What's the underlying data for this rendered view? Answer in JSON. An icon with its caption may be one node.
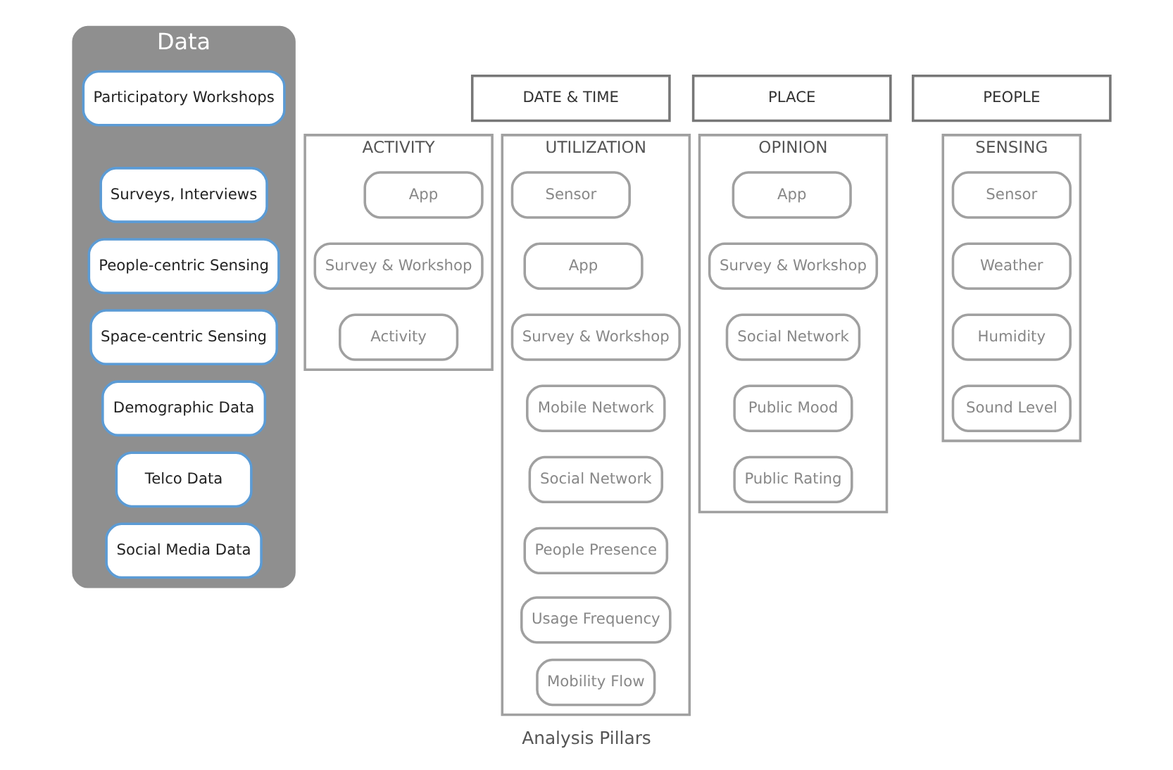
{
  "diagram": {
    "caption": "Analysis Pillars",
    "nodes": [
      {
        "text": [
          "Data"
        ]
      },
      {
        "text": [
          "Participatory Workshops"
        ],
        "in": 0
      },
      {
        "text": [
          "Surveys, Interviews"
        ],
        "in": 0
      },
      {
        "text": [
          "People-centric Sensing"
        ],
        "in": 0
      },
      {
        "text": [
          "Space-centric Sensing"
        ],
        "in": 0
      },
      {
        "text": [
          "Demographic Data"
        ],
        "in": 0
      },
      {
        "text": [
          "Telco Data"
        ],
        "in": 0
      },
      {
        "text": [
          "Social Media Data"
        ],
        "in": 0
      },
      {
        "text": [
          "DATE & TIME"
        ]
      },
      {
        "text": [
          "PLACE"
        ]
      },
      {
        "text": [
          "PEOPLE"
        ]
      },
      {
        "text": [
          "ACTIVITY"
        ]
      },
      {
        "text": [
          "App"
        ],
        "in": 11
      },
      {
        "text": [
          "Survey & Workshop"
        ],
        "in": 11
      },
      {
        "text": [
          "Activity"
        ],
        "in": 11
      },
      {
        "text": [
          "UTILIZATION"
        ]
      },
      {
        "text": [
          "Sensor"
        ],
        "in": 15
      },
      {
        "text": [
          "App"
        ],
        "in": 15
      },
      {
        "text": [
          "Survey & Workshop"
        ],
        "in": 15
      },
      {
        "text": [
          "Mobile Network"
        ],
        "in": 15
      },
      {
        "text": [
          "Social Network"
        ],
        "in": 15
      },
      {
        "text": [
          "People Presence"
        ],
        "in": 15
      },
      {
        "text": [
          "Usage Frequency"
        ],
        "in": 15
      },
      {
        "text": [
          "Mobility Flow"
        ],
        "in": 15
      },
      {
        "text": [
          "OPINION"
        ]
      },
      {
        "text": [
          "App"
        ],
        "in": 24
      },
      {
        "text": [
          "Survey & Workshop"
        ],
        "in": 24
      },
      {
        "text": [
          "Social Network"
        ],
        "in": 24
      },
      {
        "text": [
          "Public Mood"
        ],
        "in": 24
      },
      {
        "text": [
          "Public Rating"
        ],
        "in": 24
      },
      {
        "text": [
          "SENSING"
        ]
      },
      {
        "text": [
          "Sensor"
        ],
        "in": 30
      },
      {
        "text": [
          "Weather"
        ],
        "in": 30
      },
      {
        "text": [
          "Humidity"
        ],
        "in": 30
      },
      {
        "text": [
          "Sound Level"
        ],
        "in": 30
      }
    ],
    "edges": []
  }
}
